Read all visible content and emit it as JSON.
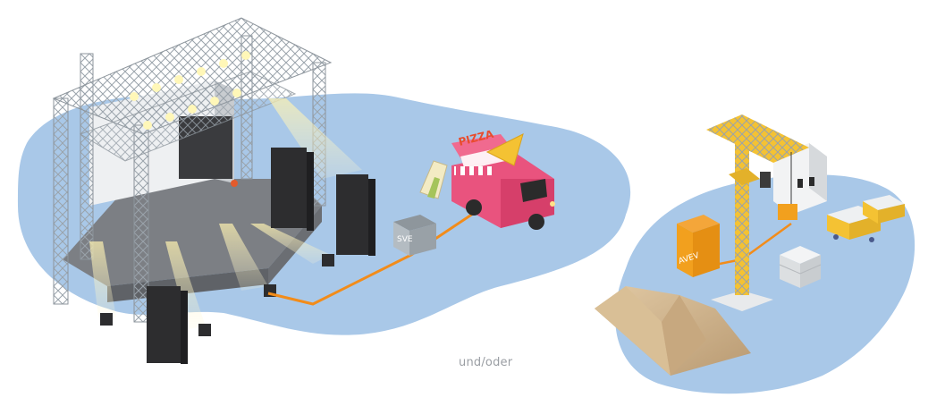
{
  "scene": {
    "caption": "und/oder",
    "left_scene": {
      "food_truck_sign": "PIZZA",
      "distribution_box_label": "SVE"
    },
    "right_scene": {
      "distribution_box_label": "AVEV"
    }
  },
  "colors": {
    "ground": "#a9c8e8",
    "cable": "#f28c1a",
    "truss": "#9aa3ab",
    "truck": "#e9537e",
    "crane": "#f4c233",
    "speaker": "#2d2d2f"
  }
}
